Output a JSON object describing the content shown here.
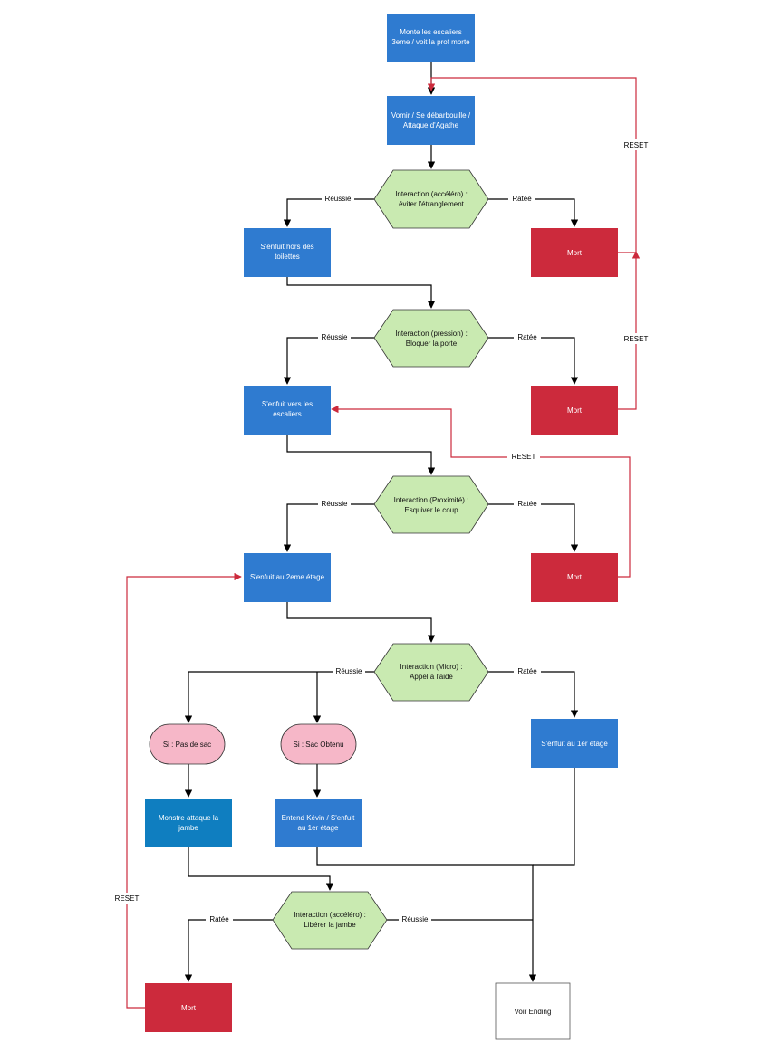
{
  "colors": {
    "process": "#2f7bd0",
    "process_alt": "#0f7ec0",
    "death": "#cc2a3c",
    "interaction": "#c9eab1",
    "condition": "#f6b7c8",
    "ending": "#ffffff",
    "edge": "#000000",
    "reset_edge": "#cc2a3c"
  },
  "nodes": {
    "n1": {
      "lines": [
        "Monte les escaliers",
        "3eme / voit la prof morte"
      ]
    },
    "n2": {
      "lines": [
        "Vomir / Se débarbouille /",
        "Attaque d'Agathe"
      ]
    },
    "d1": {
      "lines": [
        "Interaction (accéléro) :",
        "éviter l'étranglement"
      ]
    },
    "p1": {
      "lines": [
        "S'enfuit hors des",
        "toilettes"
      ]
    },
    "m1": {
      "lines": [
        "Mort"
      ]
    },
    "d2": {
      "lines": [
        "Interaction (pression) :",
        "Bloquer la porte"
      ]
    },
    "p2": {
      "lines": [
        "S'enfuit vers les",
        "escaliers"
      ]
    },
    "m2": {
      "lines": [
        "Mort"
      ]
    },
    "d3": {
      "lines": [
        "Interaction (Proximité) :",
        "Esquiver le coup"
      ]
    },
    "p3": {
      "lines": [
        "S'enfuit au 2eme étage"
      ]
    },
    "m3": {
      "lines": [
        "Mort"
      ]
    },
    "d4": {
      "lines": [
        "Interaction (Micro) :",
        "Appel à l'aide"
      ]
    },
    "c1": {
      "lines": [
        "Si : Pas de sac"
      ]
    },
    "c2": {
      "lines": [
        "Si : Sac Obtenu"
      ]
    },
    "p4": {
      "lines": [
        "S'enfuit au 1er étage"
      ]
    },
    "p5": {
      "lines": [
        "Monstre attaque la",
        "jambe"
      ]
    },
    "p6": {
      "lines": [
        "Entend Kévin / S'enfuit",
        "au 1er étage"
      ]
    },
    "d5": {
      "lines": [
        "Interaction (accéléro) :",
        "Libérer la jambe"
      ]
    },
    "m4": {
      "lines": [
        "Mort"
      ]
    },
    "end": {
      "lines": [
        "Voir Ending"
      ]
    }
  },
  "edge_labels": {
    "success": "Réussie",
    "fail": "Ratée",
    "reset": "RESET"
  }
}
